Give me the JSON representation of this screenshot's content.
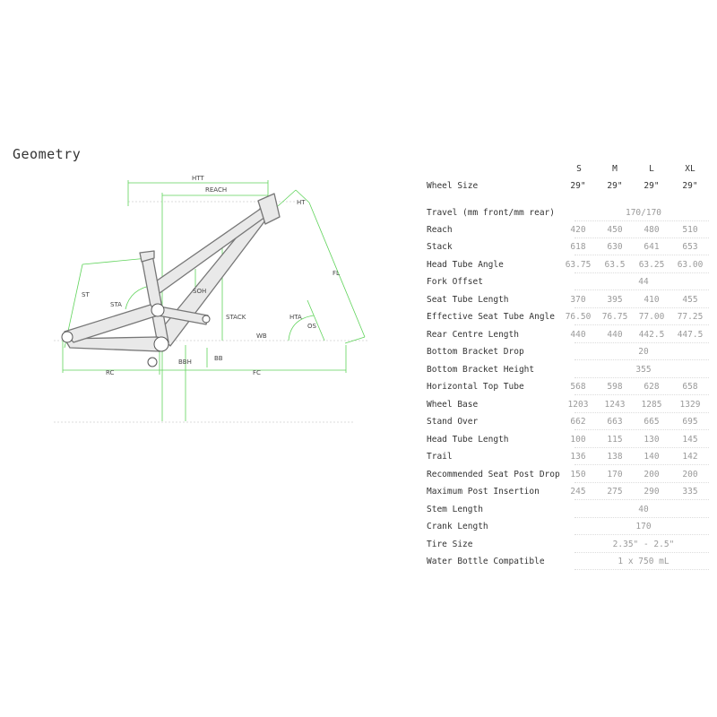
{
  "title": "Geometry",
  "sizes": [
    "S",
    "M",
    "L",
    "XL"
  ],
  "diagram_labels": {
    "htt": "HTT",
    "reach": "REACH",
    "ht": "HT",
    "st": "ST",
    "sta": "STA",
    "soh": "SOH",
    "stack": "STACK",
    "fl": "FL",
    "hta": "HTA",
    "os": "OS",
    "wb": "WB",
    "bb": "BB",
    "bbh": "BBH",
    "rc": "RC",
    "fc": "FC"
  },
  "rows": [
    {
      "label": "Wheel Size",
      "values": [
        "29\"",
        "29\"",
        "29\"",
        "29\""
      ],
      "dark": true
    },
    {
      "label": "Travel (mm front/mm rear)",
      "span": "170/170"
    },
    {
      "label": "Reach",
      "values": [
        "420",
        "450",
        "480",
        "510"
      ]
    },
    {
      "label": "Stack",
      "values": [
        "618",
        "630",
        "641",
        "653"
      ]
    },
    {
      "label": "Head Tube Angle",
      "values": [
        "63.75",
        "63.5",
        "63.25",
        "63.00"
      ]
    },
    {
      "label": "Fork Offset",
      "span": "44"
    },
    {
      "label": "Seat Tube Length",
      "values": [
        "370",
        "395",
        "410",
        "455"
      ]
    },
    {
      "label": "Effective Seat Tube Angle",
      "values": [
        "76.50",
        "76.75",
        "77.00",
        "77.25"
      ]
    },
    {
      "label": "Rear Centre Length",
      "values": [
        "440",
        "440",
        "442.5",
        "447.5"
      ]
    },
    {
      "label": "Bottom Bracket Drop",
      "span": "20"
    },
    {
      "label": "Bottom Bracket Height",
      "span": "355"
    },
    {
      "label": "Horizontal Top Tube",
      "values": [
        "568",
        "598",
        "628",
        "658"
      ]
    },
    {
      "label": "Wheel Base",
      "values": [
        "1203",
        "1243",
        "1285",
        "1329"
      ]
    },
    {
      "label": "Stand Over",
      "values": [
        "662",
        "663",
        "665",
        "695"
      ]
    },
    {
      "label": "Head Tube Length",
      "values": [
        "100",
        "115",
        "130",
        "145"
      ]
    },
    {
      "label": "Trail",
      "values": [
        "136",
        "138",
        "140",
        "142"
      ]
    },
    {
      "label": "Recommended Seat Post Drop",
      "values": [
        "150",
        "170",
        "200",
        "200"
      ]
    },
    {
      "label": "Maximum Post Insertion",
      "values": [
        "245",
        "275",
        "290",
        "335"
      ]
    },
    {
      "label": "Stem Length",
      "span": "40"
    },
    {
      "label": "Crank Length",
      "span": "170"
    },
    {
      "label": "Tire Size",
      "span": "2.35\" - 2.5\""
    },
    {
      "label": "Water Bottle Compatible",
      "span": "1 x 750 mL"
    }
  ]
}
